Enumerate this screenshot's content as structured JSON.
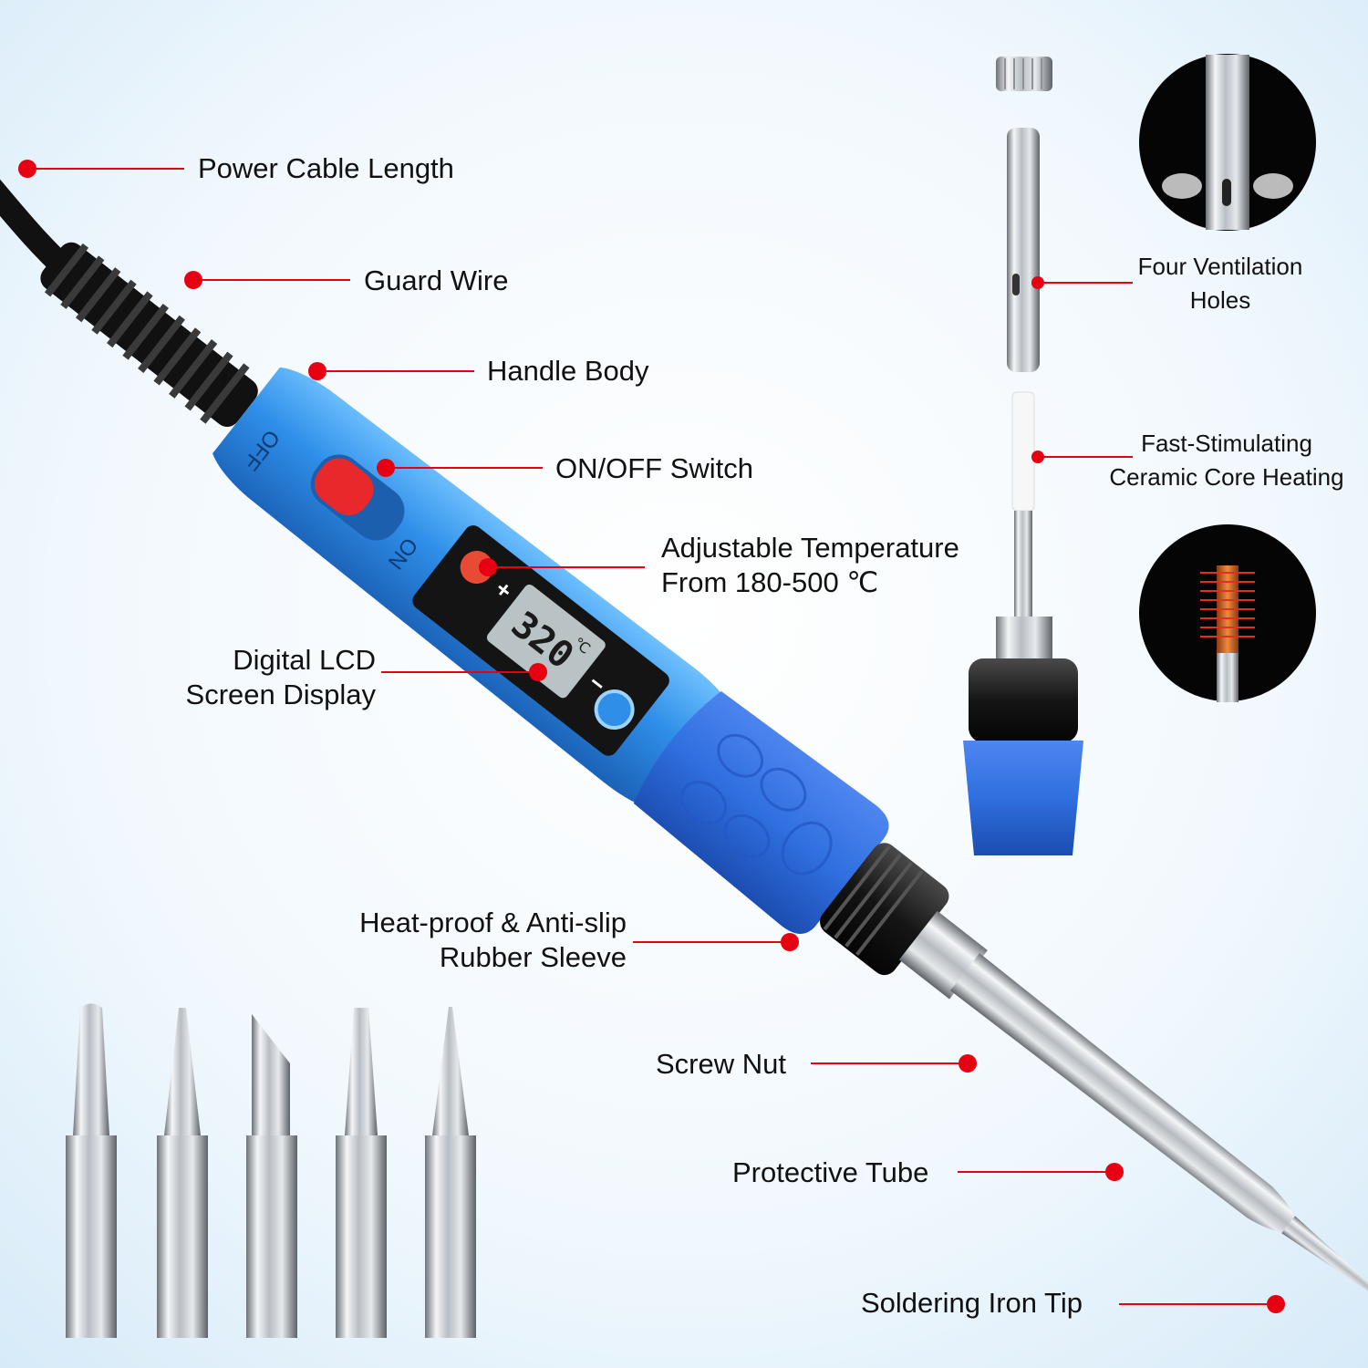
{
  "colors": {
    "accent": "#e60012",
    "handle_blue": "#2f8fe8",
    "sleeve_blue": "#2f6fe0",
    "background": "#e8f3fb"
  },
  "lcd": {
    "temperature": "320",
    "unit": "℃"
  },
  "handle_marks": {
    "off": "OFF",
    "on": "ON",
    "plus": "+",
    "minus": "−"
  },
  "callouts": {
    "power_cable": "Power Cable Length",
    "guard_wire": "Guard Wire",
    "handle_body": "Handle Body",
    "switch": "ON/OFF Switch",
    "temperature": {
      "line1": "Adjustable Temperature",
      "line2": "From 180-500 ℃"
    },
    "lcd": {
      "line1": "Digital LCD",
      "line2": "Screen Display"
    },
    "sleeve": {
      "line1": "Heat-proof & Anti-slip",
      "line2": "Rubber Sleeve"
    },
    "screw_nut": "Screw Nut",
    "protective_tube": "Protective Tube",
    "tip": "Soldering Iron Tip",
    "ventilation": {
      "line1": "Four Ventilation",
      "line2": "Holes"
    },
    "ceramic": {
      "line1": "Fast-Stimulating",
      "line2": "Ceramic Core Heating"
    }
  },
  "spare_tips": [
    "bevel-tip",
    "conical-tip",
    "knife-tip",
    "chisel-tip",
    "fine-point-tip"
  ]
}
